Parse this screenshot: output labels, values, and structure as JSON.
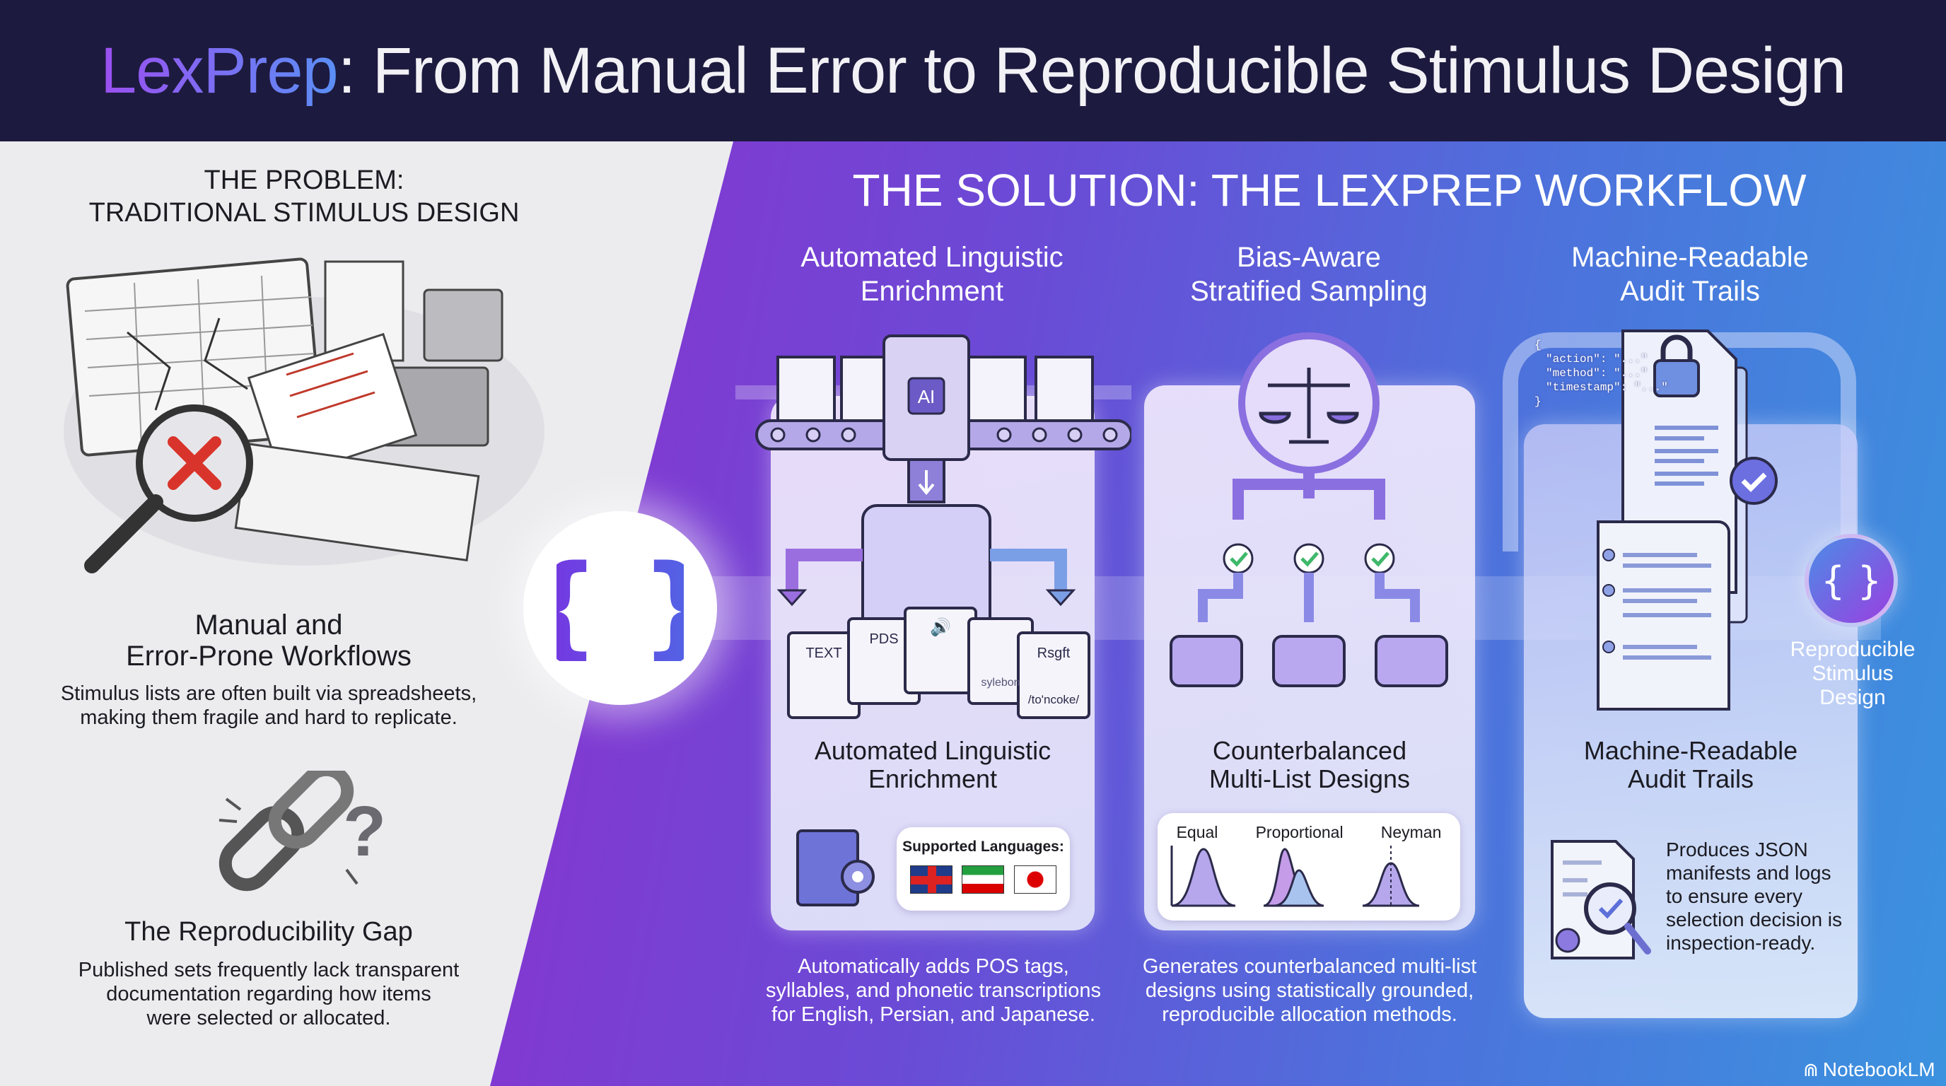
{
  "header": {
    "brand": "LexPrep",
    "title_rest": ": From Manual Error to Reproducible Stimulus Design"
  },
  "problem": {
    "heading_line1": "THE PROBLEM:",
    "heading_line2": "TRADITIONAL STIMULUS DESIGN",
    "item1": {
      "title_line1": "Manual and",
      "title_line2": "Error-Prone Workflows",
      "desc_line1": "Stimulus lists are often built via spreadsheets,",
      "desc_line2": "making them fragile and hard to replicate."
    },
    "item2": {
      "title": "The Reproducibility Gap",
      "desc_line1": "Published sets frequently lack transparent",
      "desc_line2": "documentation regarding how items",
      "desc_line3": "were selected or allocated."
    }
  },
  "solution": {
    "heading": "THE SOLUTION: THE LEXPREP WORKFLOW",
    "columns": [
      {
        "head_line1": "Automated Linguistic",
        "head_line2": "Enrichment",
        "card_line1": "Automated Linguistic",
        "card_line2": "Enrichment",
        "doc_labels": [
          "TEXT",
          "PDS",
          "sylebon",
          "Rsgft",
          "/to'ncoke/"
        ],
        "chip": "AI",
        "languages_label": "Supported Languages:",
        "languages": [
          "English",
          "Persian",
          "Japanese"
        ],
        "desc_line1": "Automatically adds POS tags,",
        "desc_line2": "syllables, and phonetic transcriptions",
        "desc_line3": "for English, Persian, and Japanese."
      },
      {
        "head_line1": "Bias-Aware",
        "head_line2": "Stratified Sampling",
        "card_line1": "Counterbalanced",
        "card_line2": "Multi-List Designs",
        "methods": [
          "Equal",
          "Proportional",
          "Neyman"
        ],
        "desc_line1": "Generates counterbalanced multi-list",
        "desc_line2": "designs using statistically grounded,",
        "desc_line3": "reproducible allocation methods."
      },
      {
        "head_line1": "Machine-Readable",
        "head_line2": "Audit Trails",
        "card_line1": "Machine-Readable",
        "card_line2": "Audit Trails",
        "desc_lines": [
          "Produces JSON",
          "manifests and logs",
          "to ensure every",
          "selection decision is",
          "inspection-ready."
        ],
        "json_lines": [
          "{",
          "\"action\": \"...\"",
          "\"method\": \"...\"",
          "\"timestamp\": \"...\"",
          "}"
        ]
      }
    ],
    "output": {
      "line1": "Reproducible",
      "line2": "Stimulus",
      "line3": "Design"
    }
  },
  "footer": {
    "logo": "NotebookLM"
  },
  "colors": {
    "header_bg": "#1d1a3f",
    "accent_purple": "#8e2fcf",
    "accent_blue": "#3b92df",
    "check_green": "#3fb86a"
  }
}
